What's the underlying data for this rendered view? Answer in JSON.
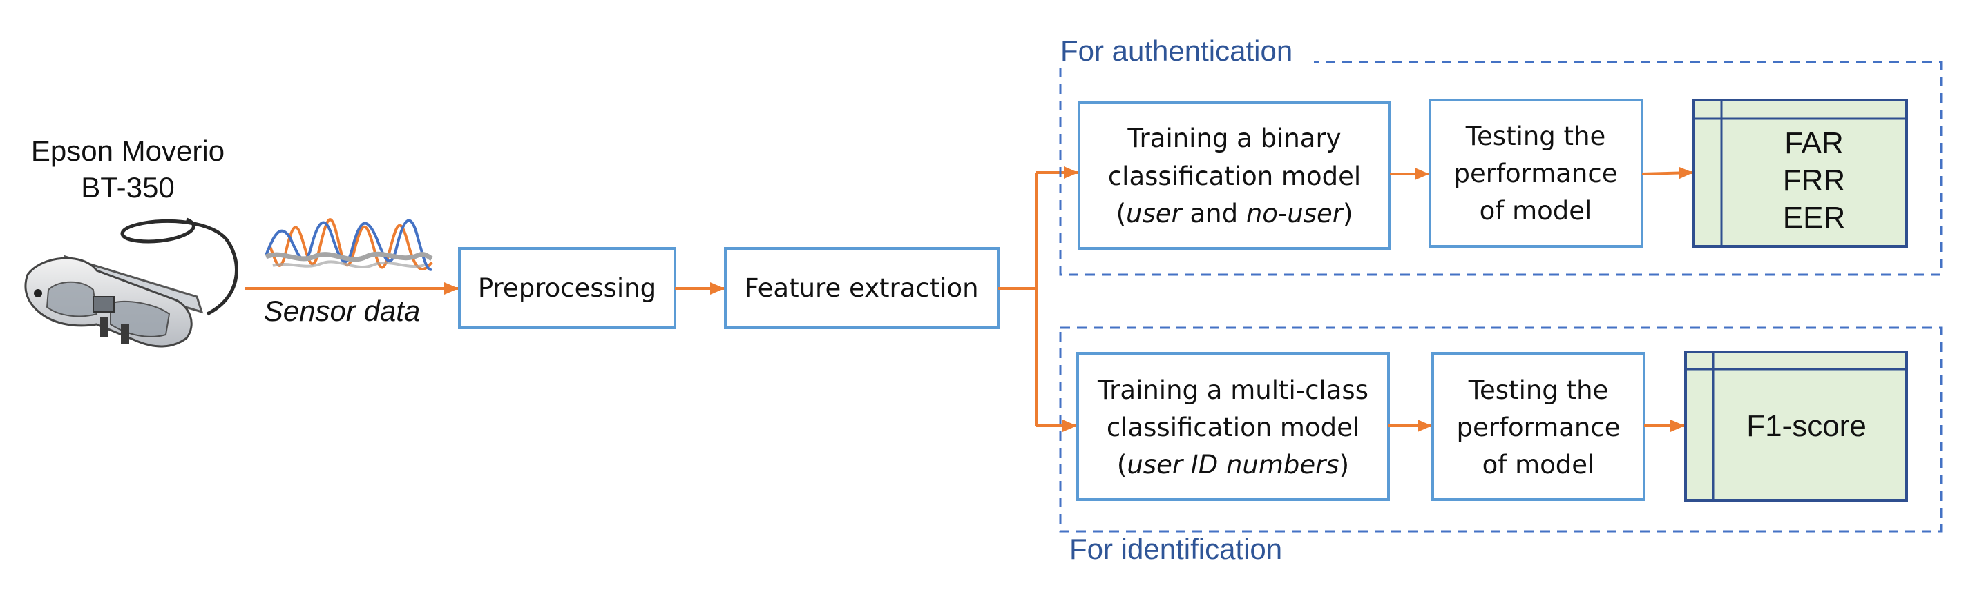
{
  "device": {
    "name_line1": "Epson Moverio",
    "name_line2": "BT-350",
    "icon": "smart-glasses-icon"
  },
  "sensor": {
    "label": "Sensor data",
    "icon": "sensor-waveform-icon"
  },
  "steps": {
    "preprocessing": "Preprocessing",
    "feature_extraction": "Feature extraction"
  },
  "authentication": {
    "group_label": "For authentication",
    "train_line1": "Training a binary",
    "train_line2": "classification model",
    "train_line3_open": "(",
    "train_line3_italic1": "user",
    "train_line3_mid": " and ",
    "train_line3_italic2": "no-user",
    "train_line3_close": ")",
    "test_line1": "Testing the",
    "test_line2": "performance",
    "test_line3": "of model",
    "results": [
      "FAR",
      "FRR",
      "EER"
    ]
  },
  "identification": {
    "group_label": "For identification",
    "train_line1": "Training a multi-class",
    "train_line2": "classification model",
    "train_line3_open": "(",
    "train_line3_italic": "user ID numbers",
    "train_line3_close": ")",
    "test_line1": "Testing the",
    "test_line2": "performance",
    "test_line3": "of model",
    "results": [
      "F1-score"
    ]
  },
  "colors": {
    "process_border": "#5b9bd5",
    "result_border": "#2f4f8f",
    "result_fill": "#e2efd9",
    "arrow": "#ed7d31",
    "group_dash": "#4472c4",
    "group_label": "#2f5597",
    "wave_blue": "#4472c4",
    "wave_orange": "#ed7d31",
    "wave_gray": "#a5a5a5"
  }
}
